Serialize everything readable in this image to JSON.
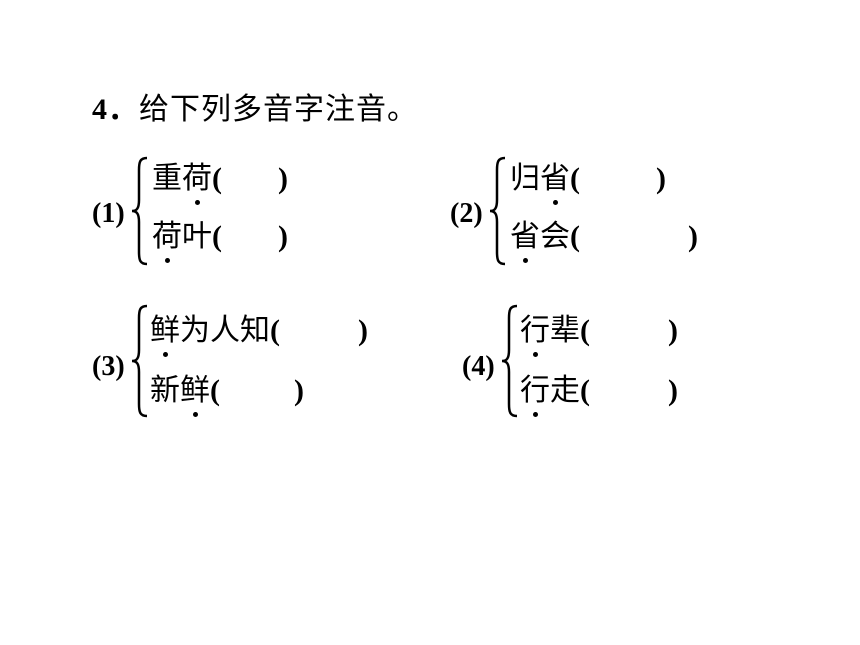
{
  "question": {
    "number": "4．",
    "prompt": "给下列多音字注音。"
  },
  "groups": [
    {
      "label": "(1)",
      "items": [
        {
          "before": "重",
          "dotted": "荷",
          "after": "",
          "open": "(",
          "close": ")"
        },
        {
          "before": "",
          "dotted": "荷",
          "after": "叶",
          "open": "(",
          "close": ")"
        }
      ]
    },
    {
      "label": "(2)",
      "items": [
        {
          "before": "归",
          "dotted": "省",
          "after": "",
          "open": "(",
          "close": ")"
        },
        {
          "before": "",
          "dotted": "省",
          "after": "会",
          "open": "(",
          "close": ")"
        }
      ]
    },
    {
      "label": "(3)",
      "items": [
        {
          "before": "",
          "dotted": "鲜",
          "after": "为人知",
          "open": "(",
          "close": ")"
        },
        {
          "before": "新",
          "dotted": "鲜",
          "after": "",
          "open": "(",
          "close": ")"
        }
      ]
    },
    {
      "label": "(4)",
      "items": [
        {
          "before": "",
          "dotted": "行",
          "after": "辈",
          "open": "(",
          "close": ")"
        },
        {
          "before": "",
          "dotted": "行",
          "after": "走",
          "open": "(",
          "close": ")"
        }
      ]
    }
  ]
}
